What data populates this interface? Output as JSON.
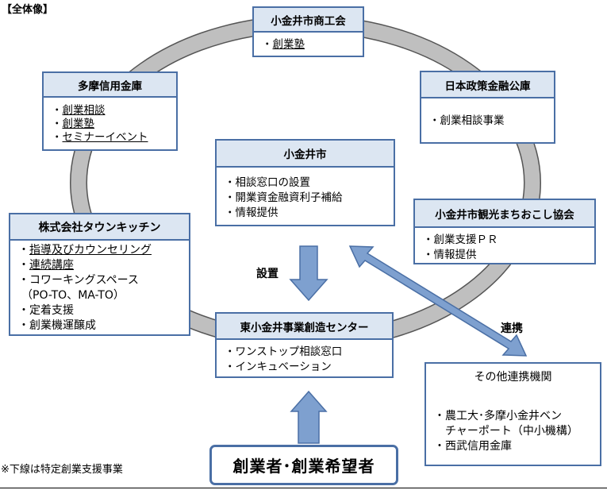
{
  "title": "【全体像】",
  "footnote": "※下線は特定創業支援事業",
  "labels": {
    "install": "設置",
    "cooperate": "連携"
  },
  "bullet": "・",
  "boxes": {
    "shokokai": {
      "title": "小金井市商工会",
      "items": [
        "創業塾"
      ]
    },
    "tama": {
      "title": "多摩信用金庫",
      "items": [
        "創業相談",
        "創業塾",
        "セミナーイベント"
      ]
    },
    "nihon": {
      "title": "日本政策金融公庫",
      "items": [
        "創業相談事業"
      ]
    },
    "city": {
      "title": "小金井市",
      "items": [
        "相談窓口の設置",
        "開業資金融資利子補給",
        "情報提供"
      ]
    },
    "kanko": {
      "title": "小金井市観光まちおこし協会",
      "items": [
        "創業支援ＰＲ",
        "情報提供"
      ]
    },
    "town": {
      "title": "株式会社タウンキッチン",
      "items": [
        "指導及びカウンセリング",
        "連続講座",
        "コワーキングスペース",
        "（PO-TO、MA-TO）",
        "定着支援",
        "創業機運醸成"
      ]
    },
    "center": {
      "title": "東小金井事業創造センター",
      "items": [
        "ワンストップ相談窓口",
        "インキュベーション"
      ]
    },
    "other": {
      "title": "その他連携機関",
      "items": [
        "農工大･多摩小金井ベン",
        "チャーポート（中小機構）",
        "西武信用金庫"
      ]
    },
    "founder": {
      "title": "創業者･創業希望者"
    }
  },
  "colors": {
    "border": "#4a6fa5",
    "header_fill": "#dce6f2",
    "ring": "#bfbfbf",
    "arrow": "#7ea0cf"
  }
}
